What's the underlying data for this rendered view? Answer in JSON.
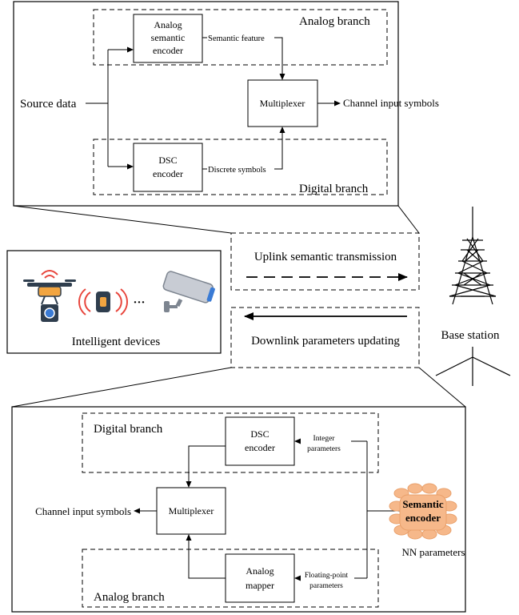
{
  "top_panel": {
    "analog_branch_label": "Analog branch",
    "digital_branch_label": "Digital branch",
    "analog_encoder": [
      "Analog",
      "semantic",
      "encoder"
    ],
    "dsc_encoder": [
      "DSC",
      "encoder"
    ],
    "multiplexer": "Multiplexer",
    "source_data": "Source data",
    "semantic_feature": "Semantic feature",
    "discrete_symbols": "Discrete symbols",
    "channel_input_symbols": "Channel input symbols"
  },
  "middle": {
    "intelligent_devices": "Intelligent devices",
    "uplink": "Uplink semantic transmission",
    "downlink": "Downlink parameters updating",
    "base_station": "Base station",
    "ellipsis": "···"
  },
  "bottom_panel": {
    "digital_branch_label": "Digital branch",
    "analog_branch_label": "Analog branch",
    "dsc_encoder": [
      "DSC",
      "encoder"
    ],
    "analog_mapper": [
      "Analog",
      "mapper"
    ],
    "multiplexer": "Multiplexer",
    "channel_input_symbols": "Channel input symbols",
    "integer_parameters": [
      "Integer",
      "parameters"
    ],
    "floating_point_parameters": [
      "Floating-point",
      "parameters"
    ],
    "semantic_encoder": [
      "Semantic",
      "encoder"
    ],
    "nn_parameters": "NN parameters"
  },
  "colors": {
    "line": "#000000",
    "dashed_box": "#000000",
    "blob_fill": "#f6b88a",
    "blob_stroke": "#e9a06b",
    "wifi_red": "#e8453c",
    "drone_dark": "#2f3e4e",
    "drone_orange": "#f2a541",
    "camera_gray": "#c8ccd4",
    "camera_blue": "#3a7bd5"
  }
}
